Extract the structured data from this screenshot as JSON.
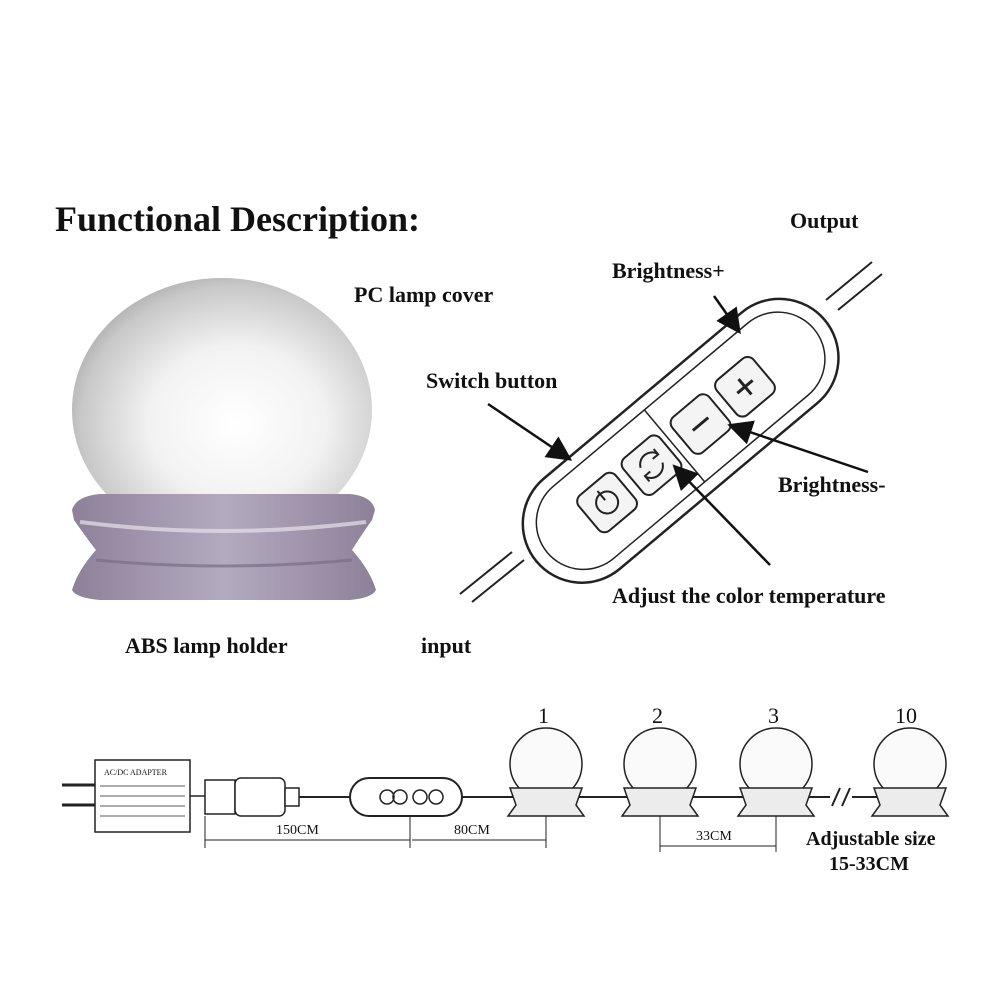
{
  "title": "Functional Description:",
  "labels": {
    "output": "Output",
    "brightness_plus": "Brightness+",
    "pc_lamp_cover": "PC lamp cover",
    "switch_button": "Switch button",
    "brightness_minus": "Brightness-",
    "abs_lamp_holder": "ABS lamp holder",
    "input": "input",
    "adjust_color_temperature": "Adjust the color temperature"
  },
  "strip": {
    "adapter_title": "AC/DC ADAPTER",
    "bulb_numbers": [
      "1",
      "2",
      "3",
      "10"
    ],
    "dim_150": "150CM",
    "dim_80": "80CM",
    "dim_33": "33CM",
    "adjustable_size": "Adjustable size",
    "adjustable_range": "15-33CM"
  },
  "colors": {
    "holder": "#9f94ad",
    "line": "#222222"
  }
}
